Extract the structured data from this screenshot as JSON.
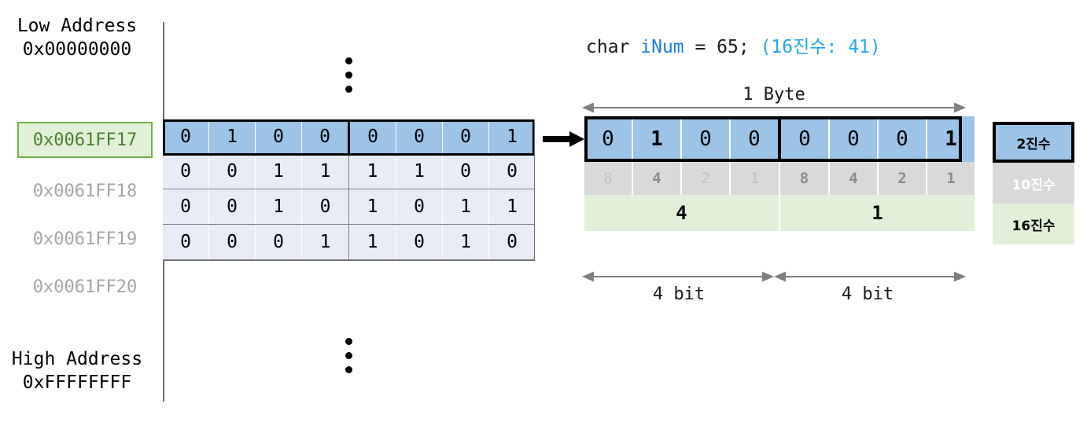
{
  "memory": {
    "low_address_label": "Low Address\n0x00000000",
    "high_address_label": "High Address\n0xFFFFFFFF",
    "selected_address": "0x0061FF17",
    "other_addresses": [
      "0x0061FF18",
      "0x0061FF19",
      "0x0061FF20"
    ],
    "rows": [
      {
        "address": "0x0061FF17",
        "bits": [
          "0",
          "1",
          "0",
          "0",
          "0",
          "0",
          "0",
          "1"
        ],
        "selected": true
      },
      {
        "address": "0x0061FF18",
        "bits": [
          "0",
          "0",
          "1",
          "1",
          "1",
          "1",
          "0",
          "0"
        ],
        "selected": false
      },
      {
        "address": "0x0061FF19",
        "bits": [
          "0",
          "0",
          "1",
          "0",
          "1",
          "0",
          "1",
          "1"
        ],
        "selected": false
      },
      {
        "address": "0x0061FF20",
        "bits": [
          "0",
          "0",
          "0",
          "1",
          "1",
          "0",
          "1",
          "0"
        ],
        "selected": false
      }
    ]
  },
  "byte_detail": {
    "code": {
      "keyword": "char ",
      "identifier": "iNum",
      "assignment": " = 65; ",
      "note": "(16진수: 41)"
    },
    "span_label": "1 Byte",
    "bits": [
      "0",
      "1",
      "0",
      "0",
      "0",
      "0",
      "0",
      "1"
    ],
    "weights": [
      "8",
      "4",
      "2",
      "1",
      "8",
      "4",
      "2",
      "1"
    ],
    "hex_digits": [
      "4",
      "1"
    ],
    "nibble_labels": [
      "4 bit",
      "4 bit"
    ]
  },
  "legend": {
    "binary": "2진수",
    "decimal": "10진수",
    "hex": "16진수"
  },
  "colors": {
    "binary_fill": "#9dc3e6",
    "decimal_fill": "#d9d9d9",
    "hex_fill": "#e2efd9",
    "highlight_border": "#70ad47",
    "code_identifier": "#1f7ddb",
    "code_note": "#22a7f0"
  }
}
